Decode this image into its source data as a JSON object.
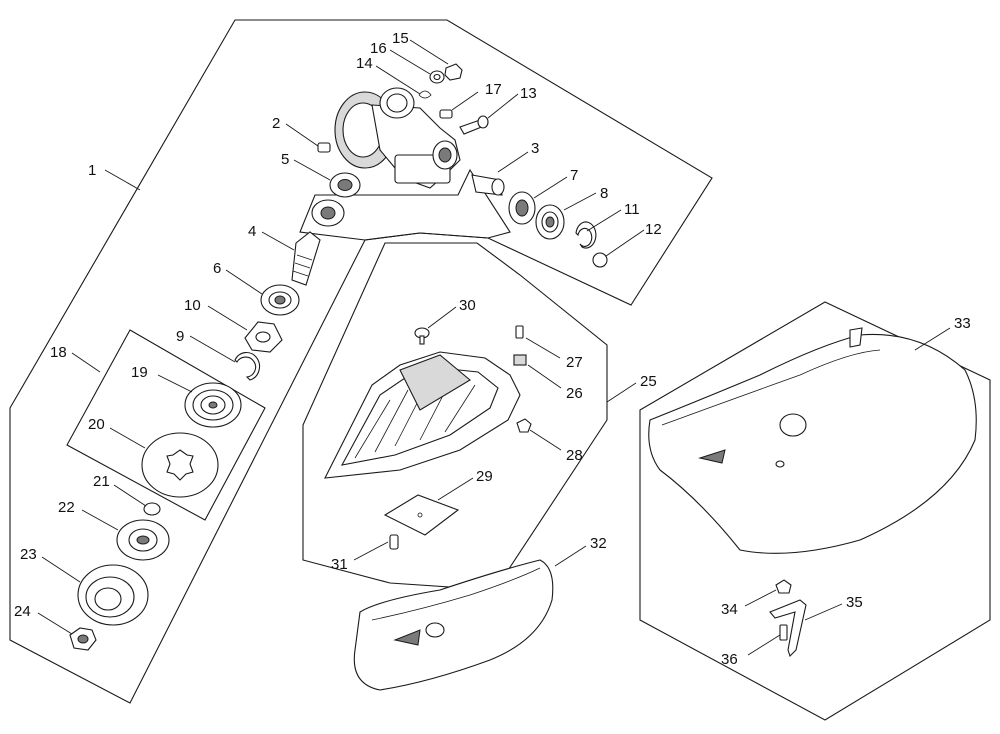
{
  "callouts": {
    "n1": "1",
    "n2": "2",
    "n3": "3",
    "n4": "4",
    "n5": "5",
    "n6": "6",
    "n7": "7",
    "n8": "8",
    "n9": "9",
    "n10": "10",
    "n11": "11",
    "n12": "12",
    "n13": "13",
    "n14": "14",
    "n15": "15",
    "n16": "16",
    "n17": "17",
    "n18": "18",
    "n19": "19",
    "n20": "20",
    "n21": "21",
    "n22": "22",
    "n23": "23",
    "n24": "24",
    "n25": "25",
    "n26": "26",
    "n27": "27",
    "n28": "28",
    "n29": "29",
    "n30": "30",
    "n31": "31",
    "n32": "32",
    "n33": "33",
    "n34": "34",
    "n35": "35",
    "n36": "36"
  },
  "colors": {
    "line": "#1a1a1a",
    "part_fill": "#ffffff",
    "shade": "#d9d9d9"
  }
}
